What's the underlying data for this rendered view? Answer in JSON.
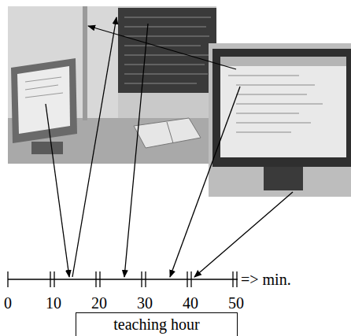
{
  "diagram": {
    "nodes": [
      {
        "text": [
          "teaching hour"
        ]
      }
    ],
    "labels": [
      "=> min.",
      "0",
      "10",
      "20",
      "30",
      "40",
      "50"
    ]
  }
}
